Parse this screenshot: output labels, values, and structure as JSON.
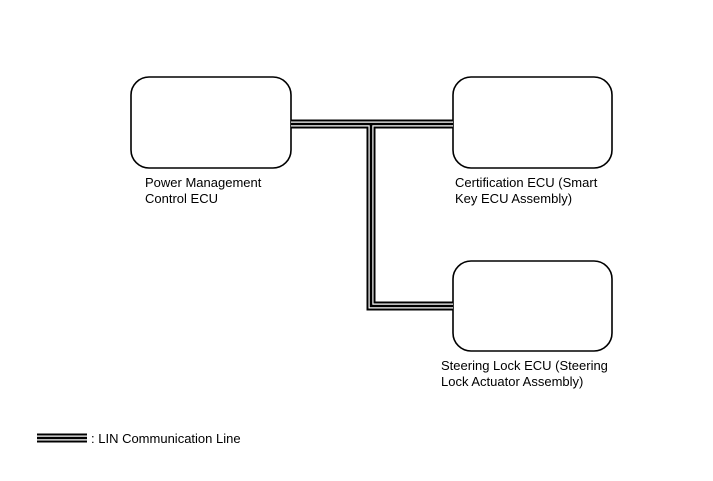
{
  "nodes": {
    "power_management": {
      "label_line1": "Power Management",
      "label_line2": "Control ECU"
    },
    "certification": {
      "label_line1": "Certification ECU (Smart",
      "label_line2": "Key ECU Assembly)"
    },
    "steering_lock": {
      "label_line1": "Steering Lock ECU (Steering",
      "label_line2": "Lock Actuator Assembly)"
    }
  },
  "legend": {
    "text": ": LIN Communication Line"
  }
}
